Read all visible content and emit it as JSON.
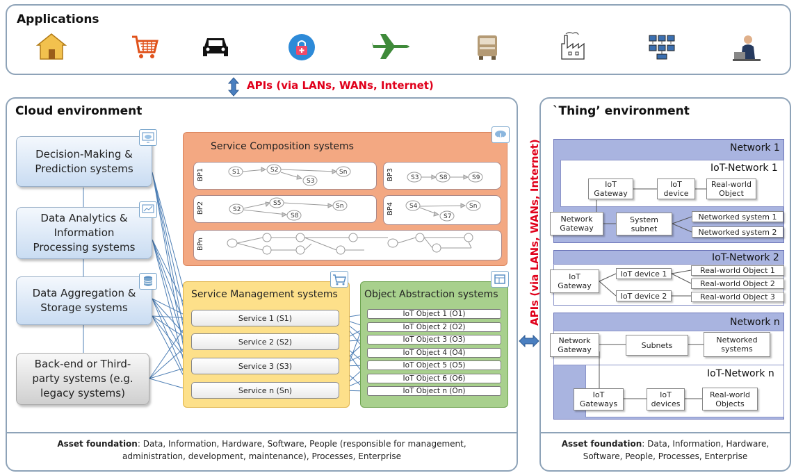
{
  "applications": {
    "title": "Applications",
    "icons": [
      "house-icon",
      "shopping-cart-icon",
      "car-icon",
      "health-lock-icon",
      "airplane-icon",
      "bus-icon",
      "factory-icon",
      "computer-network-icon",
      "person-at-laptop-icon"
    ]
  },
  "apis_top": "APIs (via LANs, WANs, Internet)",
  "apis_side": "APIs (via LANs, WANs, Internet)",
  "cloud": {
    "title": "Cloud environment",
    "left_systems": [
      "Decision-Making & Prediction systems",
      "Data Analytics & Information Processing systems",
      "Data Aggregation & Storage systems",
      "Back-end or Third-party systems (e.g. legacy systems)"
    ],
    "service_composition": {
      "title": "Service Composition systems",
      "bp1": {
        "label": "BP1",
        "nodes": [
          "S1",
          "S2",
          "S3",
          "Sn"
        ]
      },
      "bp2": {
        "label": "BP2",
        "nodes": [
          "S2",
          "S5",
          "S8",
          "Sn"
        ]
      },
      "bp3": {
        "label": "BP3",
        "nodes": [
          "S3",
          "S8",
          "S9"
        ]
      },
      "bp4": {
        "label": "BP4",
        "nodes": [
          "S4",
          "S7",
          "Sn"
        ]
      },
      "bpn": {
        "label": "BPn"
      }
    },
    "service_management": {
      "title": "Service Management systems",
      "services": [
        "Service 1 (S1)",
        "Service 2 (S2)",
        "Service 3 (S3)",
        "Service n (Sn)"
      ]
    },
    "object_abstraction": {
      "title": "Object Abstraction systems",
      "objects": [
        "IoT Object 1 (O1)",
        "IoT Object 2 (O2)",
        "IoT Object 3 (O3)",
        "IoT Object 4 (O4)",
        "IoT Object 5 (O5)",
        "IoT Object 6 (O6)",
        "IoT Object n (On)"
      ]
    },
    "asset_label": "Asset foundation",
    "asset_text": ": Data, Information, Hardware, Software, People (responsible for management,",
    "asset_text2": "administration, development, maintenance), Processes, Enterprise"
  },
  "thing": {
    "title": "`Thing’ environment",
    "network1": {
      "label": "Network 1",
      "iot_network": "IoT-Network 1",
      "iot_gateway": "IoT Gateway",
      "iot_device": "IoT device",
      "real_world_object": "Real-world Object",
      "network_gateway": "Network Gateway",
      "system_subnet": "System subnet",
      "networked_system_1": "Networked system 1",
      "networked_system_2": "Networked system 2"
    },
    "network2": {
      "label": "IoT-Network 2",
      "iot_gateway": "IoT Gateway",
      "iot_device_1": "IoT device 1",
      "iot_device_2": "IoT device 2",
      "rwo1": "Real-world Object 1",
      "rwo2": "Real-world Object 2",
      "rwo3": "Real-world Object 3"
    },
    "networkn": {
      "label": "Network n",
      "iot_network": "IoT-Network n",
      "network_gateway": "Network Gateway",
      "subnets": "Subnets",
      "networked_systems": "Networked systems",
      "iot_gateways": "IoT Gateways",
      "iot_devices": "IoT devices",
      "real_world_objects": "Real-world Objects"
    },
    "asset_label": "Asset foundation",
    "asset_text": ": Data, Information, Hardware,",
    "asset_text2": "Software, People, Processes, Enterprise"
  },
  "colors": {
    "api_red": "#e0001b",
    "arrow_blue": "#4a7fc0",
    "composition_orange": "#f3a882",
    "management_yellow": "#fde08a",
    "abstraction_green": "#a8d08d",
    "network_blue": "#a9b4e0"
  }
}
